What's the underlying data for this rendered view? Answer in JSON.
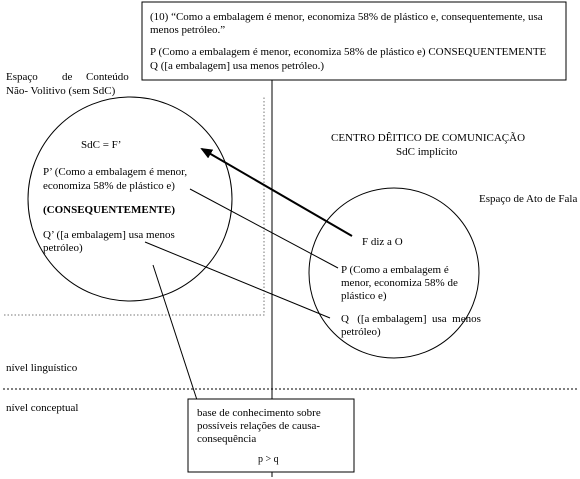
{
  "example_box": {
    "line1": "(10) “Como a embalagem é menor, economiza 58% de plástico e, consequentemente, usa",
    "line2": "menos petróleo.”",
    "line3": "P (Como a embalagem é menor, economiza 58% de plástico e) CONSEQUENTEMENTE",
    "line4": "Q ([a embalagem] usa menos petróleo.)"
  },
  "left_space": {
    "label_line1_a": "Espaço",
    "label_line1_b": "de",
    "label_line1_c": "Conteúdo",
    "label_line2": "Não- Volitivo (sem SdC)"
  },
  "left_circle": {
    "sdc": "SdC = F’",
    "p_line1": "P’ (Como a embalagem é menor,",
    "p_line2": "economiza 58% de plástico e)",
    "connective": "(CONSEQUENTEMENTE)",
    "q_line1": "Q’ ([a embalagem] usa menos",
    "q_line2": "petróleo)"
  },
  "center": {
    "title": "CENTRO DÊITICO DE COMUNICAÇÃO",
    "subtitle": "SdC implícito"
  },
  "right_space": {
    "label": "Espaço de Ato de Fala"
  },
  "right_circle": {
    "f": "F diz a O",
    "p_line1": "P (Como a embalagem é",
    "p_line2": "menor, economiza 58% de",
    "p_line3": "plástico e)",
    "q_line1": "Q   ([a embalagem]  usa  menos",
    "q_line2": "petróleo)"
  },
  "levels": {
    "linguistic": "nível linguístico",
    "conceptual": "nível conceptual"
  },
  "knowledge_box": {
    "line1": "base de conhecimento sobre",
    "line2": "possíveis relações de causa-",
    "line3": "consequência",
    "formula": "p > q"
  }
}
